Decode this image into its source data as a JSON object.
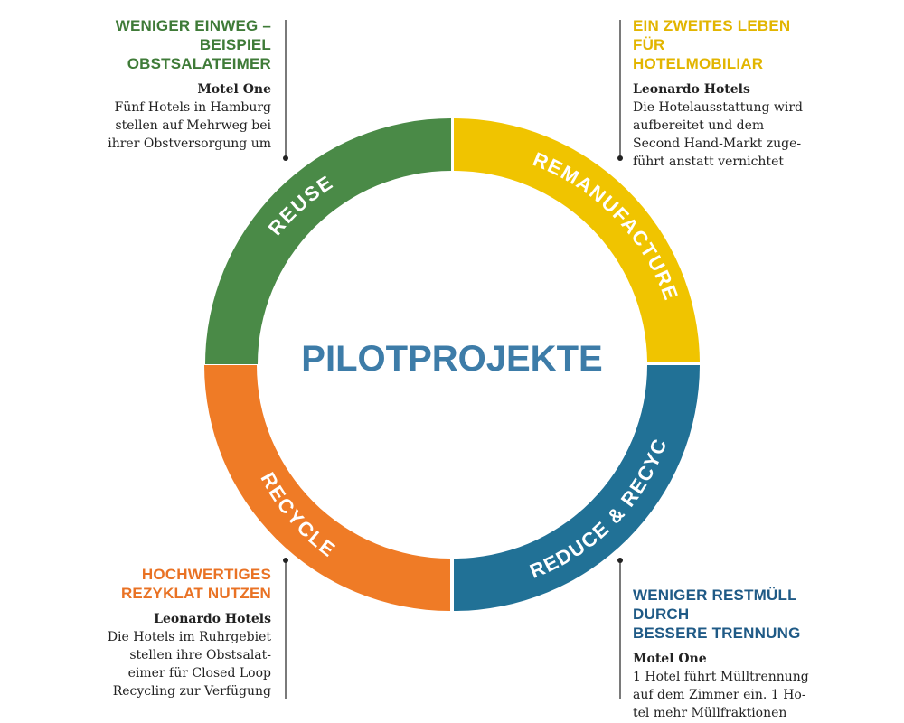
{
  "center_title": "PILOTPROJEKTE",
  "colors": {
    "reuse": "#4a8a47",
    "remanufacture": "#f0c400",
    "reduce_recycle": "#217196",
    "recycle": "#ef7b26",
    "center_title": "#3d7ca8"
  },
  "segments": {
    "reuse": "REUSE",
    "remanufacture": "REMANUFACTURE",
    "reduce_recycle": "REDUCE & RECYCLE",
    "recycle": "RECYCLE"
  },
  "blocks": {
    "top_left": {
      "headline": [
        "WENIGER EINWEG –",
        "BEISPIEL OBSTSALATEIMER"
      ],
      "company": "Motel One",
      "text": [
        "Fünf Hotels in Hamburg",
        "stellen auf Mehrweg bei",
        "ihrer Obstversorgung um"
      ]
    },
    "top_right": {
      "headline": [
        "EIN ZWEITES LEBEN FÜR",
        "HOTELMOBILIAR"
      ],
      "company": "Leonardo Hotels",
      "text": [
        "Die Hotelausstattung wird",
        "aufbereitet und dem",
        "Second Hand-Markt zuge-",
        "führt anstatt vernichtet"
      ]
    },
    "bottom_left": {
      "headline": [
        "HOCHWERTIGES",
        "REZYKLAT NUTZEN"
      ],
      "company": "Leonardo Hotels",
      "text": [
        "Die Hotels im Ruhrgebiet",
        "stellen ihre Obstsalat-",
        "eimer für Closed Loop",
        "Recycling zur Verfügung"
      ]
    },
    "bottom_right": {
      "headline": [
        "WENIGER RESTMÜLL DURCH",
        "BESSERE TRENNUNG"
      ],
      "company": "Motel One",
      "text": [
        "1 Hotel führt Mülltrennung",
        "auf dem Zimmer ein. 1 Ho-",
        "tel mehr Müllfraktionen"
      ]
    }
  }
}
